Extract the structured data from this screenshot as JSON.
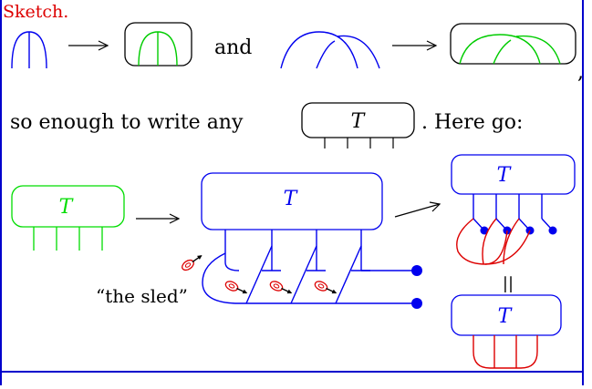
{
  "heading": "Sketch.",
  "line1": {
    "connector": "and",
    "trailing_punct": ","
  },
  "line2": {
    "prefix": "so enough to write any",
    "box_label": "T",
    "suffix": ". Here go:"
  },
  "construction": {
    "left_box_label": "T",
    "middle_box_label": "T",
    "right_top_box_label": "T",
    "right_bottom_box_label": "T",
    "equals_symbol": "||",
    "sled_caption": "“the sled”"
  },
  "colors": {
    "frame": "#0000cc",
    "blue": "#0000ee",
    "green": "#00dd00",
    "red": "#dd0000",
    "black": "#000000"
  },
  "icons": [
    "pushpin-icon",
    "arrow-icon"
  ]
}
